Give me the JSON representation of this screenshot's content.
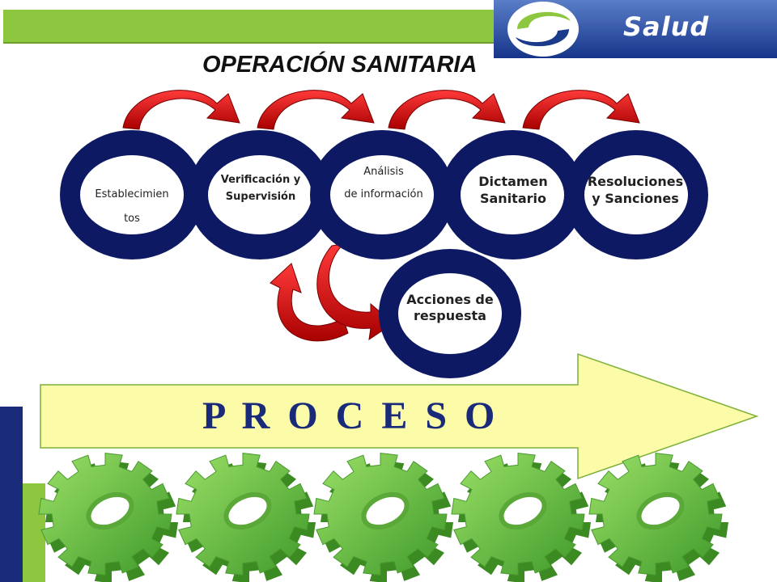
{
  "header": {
    "brand_name": "Salud",
    "title": "OPERACIÓN SANITARIA"
  },
  "steps": [
    {
      "line1": "Establecimien",
      "line2": "tos"
    },
    {
      "line1": "Verificación y",
      "line2": "Supervisión"
    },
    {
      "line1": "Análisis",
      "line2": "de información"
    },
    {
      "line1": "Dictamen",
      "line2": "Sanitario"
    },
    {
      "line1": "Resoluciones",
      "line2": "y Sanciones"
    }
  ],
  "response_step": {
    "line1": "Acciones de",
    "line2": "respuesta"
  },
  "process_label": "P R O C E S O",
  "colors": {
    "ring": "#0d1a63",
    "arrow_red": "#e01010",
    "banner_green": "#8dc63f",
    "gear_green": "#79c84a",
    "process_arrow": "#fbfba8",
    "brand_blue": "#1a3a8a"
  }
}
